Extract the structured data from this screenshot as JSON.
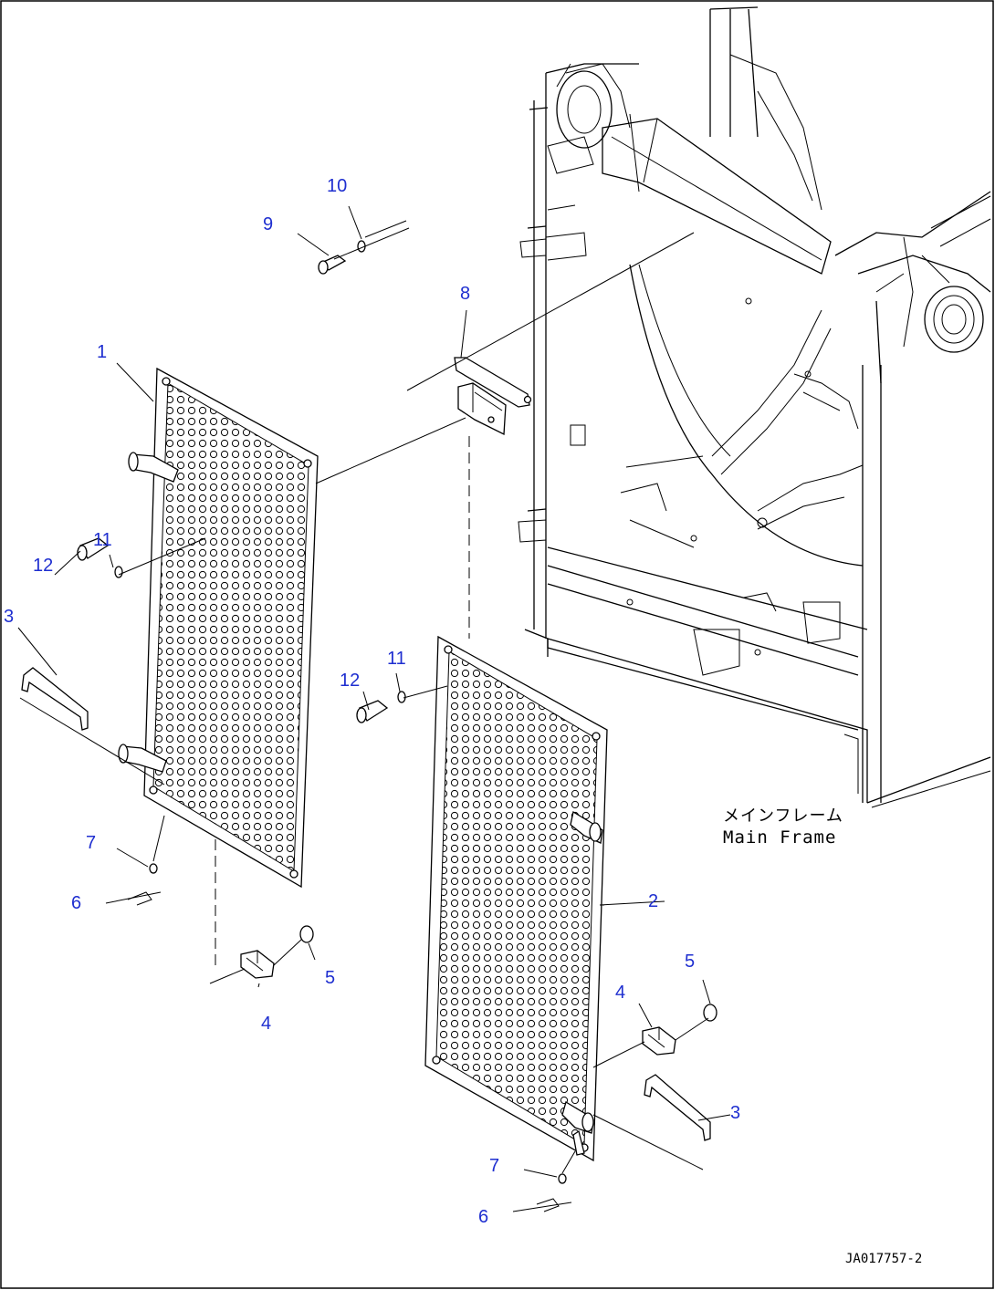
{
  "callouts": [
    {
      "id": "1",
      "label": "1"
    },
    {
      "id": "2",
      "label": "2"
    },
    {
      "id": "3a",
      "label": "3"
    },
    {
      "id": "3b",
      "label": "3"
    },
    {
      "id": "4a",
      "label": "4"
    },
    {
      "id": "4b",
      "label": "4"
    },
    {
      "id": "5a",
      "label": "5"
    },
    {
      "id": "5b",
      "label": "5"
    },
    {
      "id": "6a",
      "label": "6"
    },
    {
      "id": "6b",
      "label": "6"
    },
    {
      "id": "7a",
      "label": "7"
    },
    {
      "id": "7b",
      "label": "7"
    },
    {
      "id": "8",
      "label": "8"
    },
    {
      "id": "9",
      "label": "9"
    },
    {
      "id": "10",
      "label": "10"
    },
    {
      "id": "11a",
      "label": "11"
    },
    {
      "id": "11b",
      "label": "11"
    },
    {
      "id": "12a",
      "label": "12"
    },
    {
      "id": "12b",
      "label": "12"
    }
  ],
  "frame_label": {
    "japanese": "メインフレーム",
    "english": "Main Frame"
  },
  "figure_code": "JA017757-2",
  "colors": {
    "callout": "#1f2fd0",
    "line": "#000000",
    "background": "#ffffff"
  }
}
